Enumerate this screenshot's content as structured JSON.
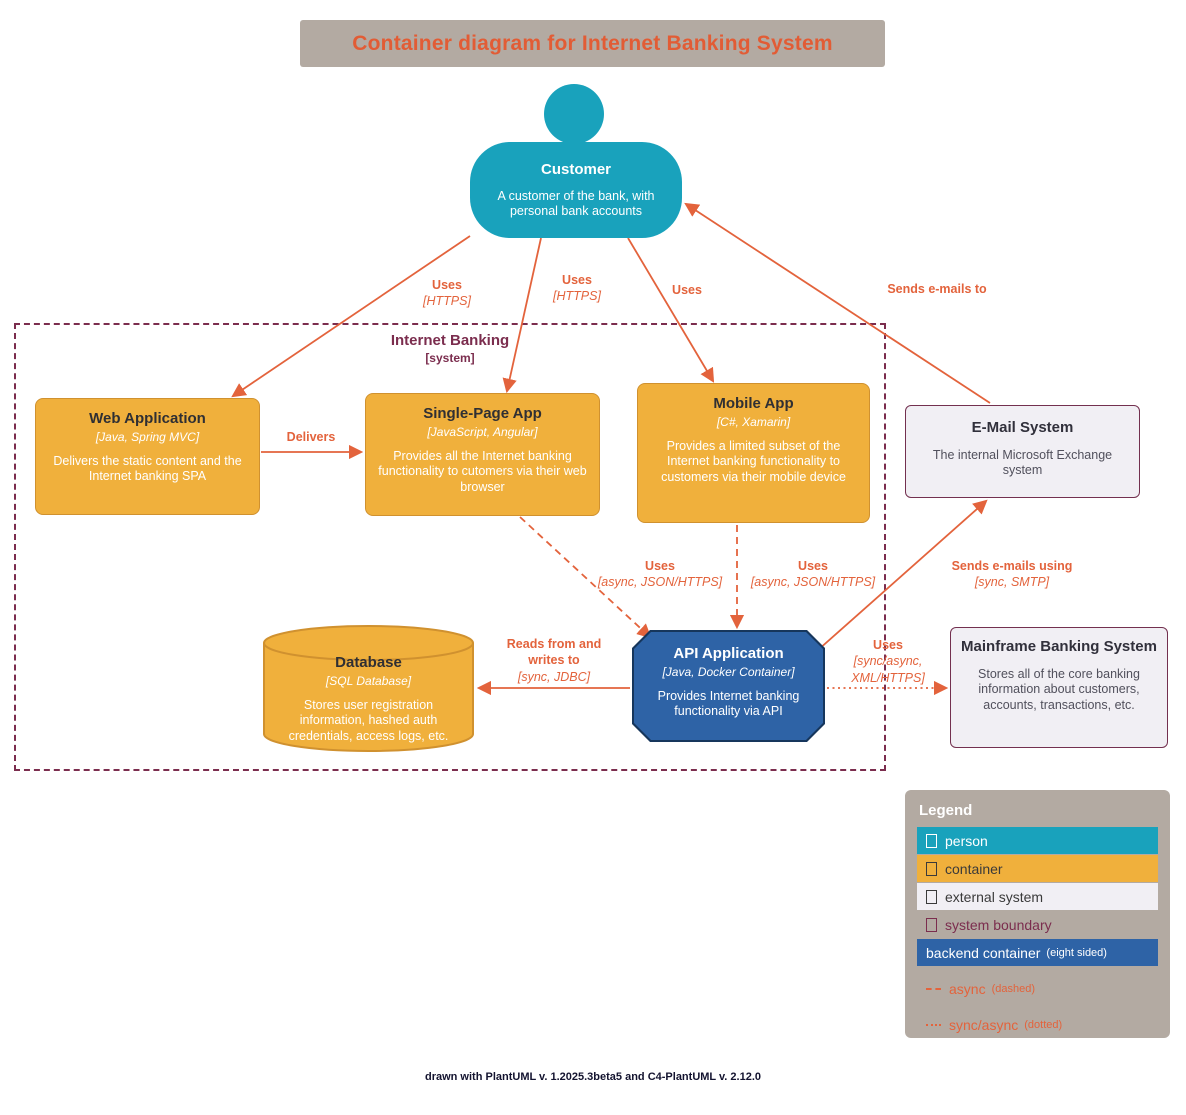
{
  "title": "Container diagram for Internet Banking System",
  "footer": "drawn with PlantUML v. 1.2025.3beta5 and C4-PlantUML v. 2.12.0",
  "colors": {
    "person_fill": "#19a2bc",
    "container_fill": "#f0b03c",
    "container_border": "#d0912f",
    "external_fill": "#f1eff4",
    "external_border": "#73304f",
    "boundary": "#7b2d4e",
    "backend_fill": "#2e63a6",
    "backend_border": "#16365c",
    "arrow": "#e3633c",
    "title_text": "#e25c35",
    "panel_bg": "#b3aaa2"
  },
  "boundary": {
    "name": "Internet Banking",
    "type": "[system]"
  },
  "nodes": {
    "customer": {
      "name": "Customer",
      "desc": "A customer of the bank, with personal bank accounts"
    },
    "web_app": {
      "name": "Web Application",
      "tech": "[Java, Spring MVC]",
      "desc": "Delivers the static content and the Internet banking SPA"
    },
    "spa": {
      "name": "Single-Page App",
      "tech": "[JavaScript, Angular]",
      "desc": "Provides all the Internet banking functionality to cutomers via their web browser"
    },
    "mobile": {
      "name": "Mobile App",
      "tech": "[C#, Xamarin]",
      "desc": "Provides a limited subset of the Internet banking functionality to customers via their mobile device"
    },
    "email": {
      "name": "E-Mail System",
      "desc": "The internal Microsoft Exchange system"
    },
    "database": {
      "name": "Database",
      "tech": "[SQL Database]",
      "desc": "Stores user registration information, hashed auth credentials, access logs, etc."
    },
    "api": {
      "name": "API Application",
      "tech": "[Java, Docker Container]",
      "desc": "Provides Internet banking functionality via API"
    },
    "mainframe": {
      "name": "Mainframe Banking System",
      "desc": "Stores all of the core banking information about customers, accounts, transactions, etc."
    }
  },
  "edges": {
    "customer_web": {
      "label": "Uses",
      "tech": "[HTTPS]"
    },
    "customer_spa": {
      "label": "Uses",
      "tech": "[HTTPS]"
    },
    "customer_mobile": {
      "label": "Uses"
    },
    "email_customer": {
      "label": "Sends e-mails to"
    },
    "web_spa": {
      "label": "Delivers"
    },
    "spa_api": {
      "label": "Uses",
      "tech": "[async, JSON/HTTPS]"
    },
    "mobile_api": {
      "label": "Uses",
      "tech": "[async, JSON/HTTPS]"
    },
    "api_db": {
      "label": "Reads from and writes to",
      "tech": "[sync, JDBC]"
    },
    "api_email": {
      "label": "Sends e-mails using",
      "tech": "[sync, SMTP]"
    },
    "api_mainframe": {
      "label": "Uses",
      "tech": "[sync/async, XML/HTTPS]"
    }
  },
  "legend": {
    "title": "Legend",
    "items": [
      {
        "label": "person"
      },
      {
        "label": "container"
      },
      {
        "label": "external system"
      },
      {
        "label": "system boundary"
      },
      {
        "label": "backend container",
        "suffix": "(eight sided)"
      },
      {
        "label": "async",
        "suffix": "(dashed)"
      },
      {
        "label": "sync/async",
        "suffix": "(dotted)"
      }
    ]
  }
}
